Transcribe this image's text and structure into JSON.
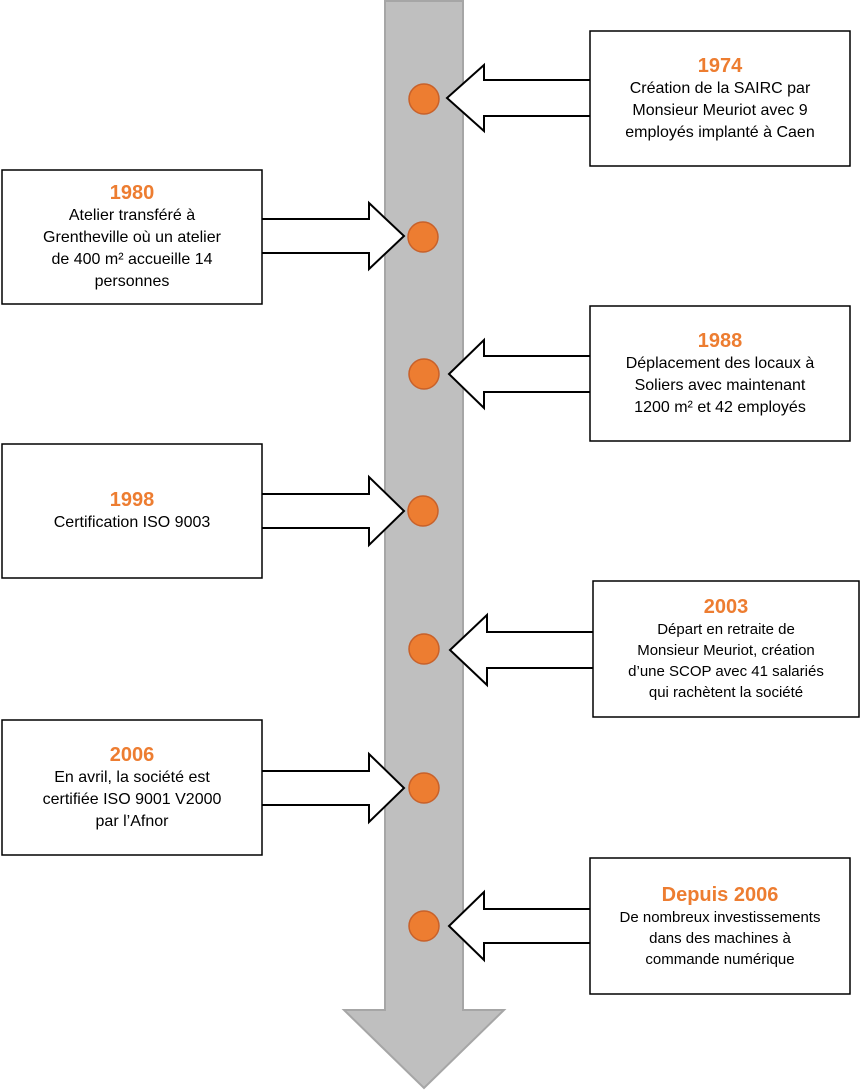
{
  "colors": {
    "accent": "#ed7d31",
    "axis_fill": "#bfbfbf",
    "axis_stroke": "#a6a6a6",
    "outline": "#000000"
  },
  "timeline": {
    "events": [
      {
        "year": "1974",
        "text": "Création de la SAIRC par\nMonsieur Meuriot avec 9\nemployés implanté à Caen"
      },
      {
        "year": "1980",
        "text": "Atelier transféré à\nGrentheville où un atelier\nde 400 m² accueille 14\npersonnes"
      },
      {
        "year": "1988",
        "text": "Déplacement des locaux à\nSoliers avec maintenant\n1200 m² et 42 employés"
      },
      {
        "year": "1998",
        "text": "Certification ISO 9003"
      },
      {
        "year": "2003",
        "text": "Départ en retraite de\nMonsieur Meuriot, création\nd’une SCOP avec 41 salariés\nqui rachètent la société"
      },
      {
        "year": "2006",
        "text": "En avril, la société est\ncertifiée ISO 9001 V2000\npar l’Afnor"
      },
      {
        "year": "Depuis 2006",
        "text": "De nombreux investissements\ndans des machines à\ncommande numérique"
      }
    ]
  }
}
